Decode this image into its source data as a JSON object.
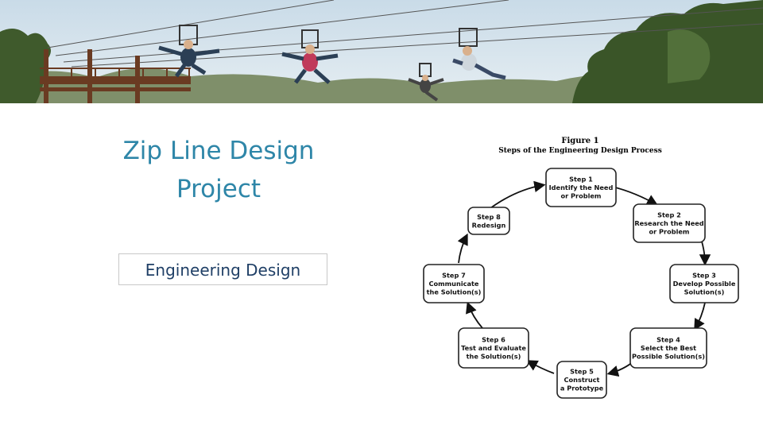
{
  "slide": {
    "title_line1": "Zip Line Design",
    "title_line2": "Project",
    "subtitle": "Engineering Design"
  },
  "banner": {
    "icon": "zip-line-photo"
  },
  "figure": {
    "label": "Figure 1",
    "caption": "Steps of the Engineering Design Process",
    "steps": [
      {
        "step": "Step 1",
        "lines": [
          "Identify the Need",
          "or Problem"
        ]
      },
      {
        "step": "Step 2",
        "lines": [
          "Research the Need",
          "or Problem"
        ]
      },
      {
        "step": "Step 3",
        "lines": [
          "Develop Possible",
          "Solution(s)"
        ]
      },
      {
        "step": "Step 4",
        "lines": [
          "Select the Best",
          "Possible Solution(s)"
        ]
      },
      {
        "step": "Step 5",
        "lines": [
          "Construct",
          "a Prototype"
        ]
      },
      {
        "step": "Step 6",
        "lines": [
          "Test and Evaluate",
          "the Solution(s)"
        ]
      },
      {
        "step": "Step 7",
        "lines": [
          "Communicate",
          "the Solution(s)"
        ]
      },
      {
        "step": "Step 8",
        "lines": [
          "Redesign"
        ]
      }
    ]
  },
  "colors": {
    "title": "#2e86a8",
    "subtitle": "#1f3f66",
    "sky": "#d7e5ee",
    "trees": "#3f5a2c"
  }
}
